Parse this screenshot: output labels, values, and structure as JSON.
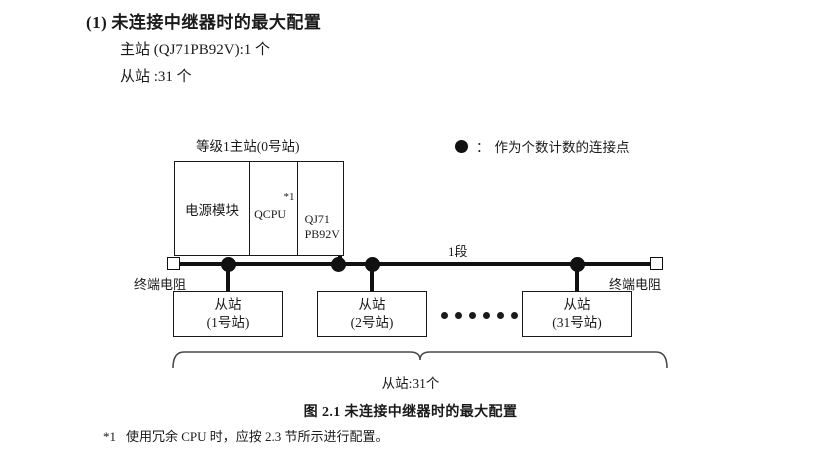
{
  "section": {
    "number": "(1)",
    "title": "未连接中继器时的最大配置",
    "lines": [
      "主站 (QJ71PB92V):1 个",
      "从站 :31 个"
    ]
  },
  "legend": {
    "symbol": "filled-circle-icon",
    "colon": "：",
    "text": "作为个数计数的连接点"
  },
  "diagram": {
    "master": {
      "caption": "等级1主站(0号站)",
      "cells": {
        "power": "电源模块",
        "cpu": "QCPU",
        "cpu_footnote_mark": "*1",
        "network_line1": "QJ71",
        "network_line2": "PB92V"
      }
    },
    "bus": {
      "segment_label": "1段",
      "terminator_left": "终端电阻",
      "terminator_right": "终端电阻"
    },
    "slaves": [
      {
        "name": "从站",
        "station": "(1号站)"
      },
      {
        "name": "从站",
        "station": "(2号站)"
      },
      {
        "name": "从站",
        "station": "(31号站)"
      }
    ],
    "ellipsis_dot_count": 6,
    "brace_label": "从站:31个"
  },
  "figure": {
    "caption": "图 2.1  未连接中继器时的最大配置"
  },
  "footnote": {
    "mark": "*1",
    "text": "使用冗余 CPU 时，应按 2.3 节所示进行配置。"
  },
  "colors": {
    "ink": "#1a1a1a",
    "line": "#111111",
    "page": "#ffffff"
  }
}
